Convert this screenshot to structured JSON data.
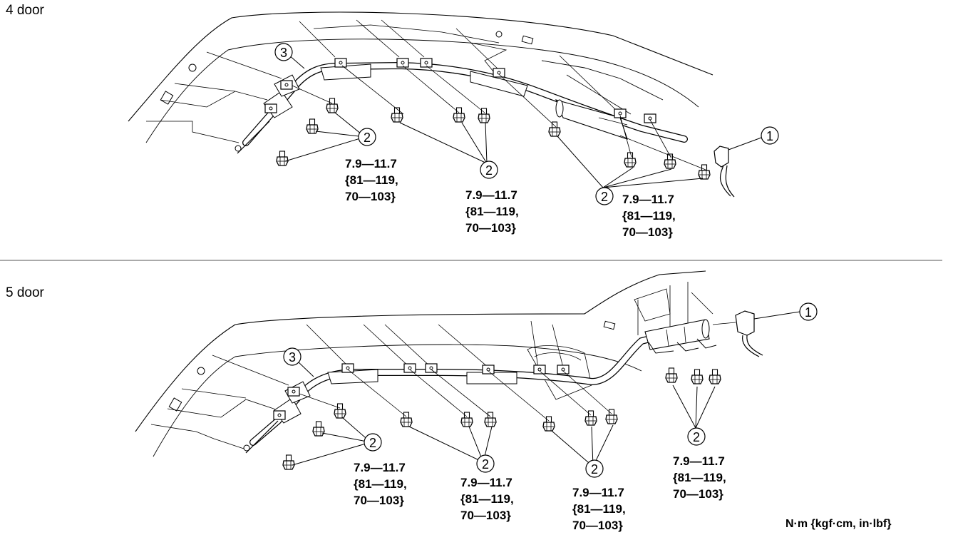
{
  "sections": [
    {
      "label": "4 door",
      "torque_blocks": [
        [
          "7.9—11.7",
          "{81—119,",
          "70—103}"
        ],
        [
          "7.9—11.7",
          "{81—119,",
          "70—103}"
        ],
        [
          "7.9—11.7",
          "{81—119,",
          "70—103}"
        ]
      ]
    },
    {
      "label": "5 door",
      "torque_blocks": [
        [
          "7.9—11.7",
          "{81—119,",
          "70—103}"
        ],
        [
          "7.9—11.7",
          "{81—119,",
          "70—103}"
        ],
        [
          "7.9—11.7",
          "{81—119,",
          "70—103}"
        ],
        [
          "7.9—11.7",
          "{81—119,",
          "70—103}"
        ]
      ]
    }
  ],
  "callouts": {
    "connector": "1",
    "bolt": "2",
    "curtain_airbag": "3"
  },
  "units_label": "N·m {kgf·cm, in·lbf}"
}
